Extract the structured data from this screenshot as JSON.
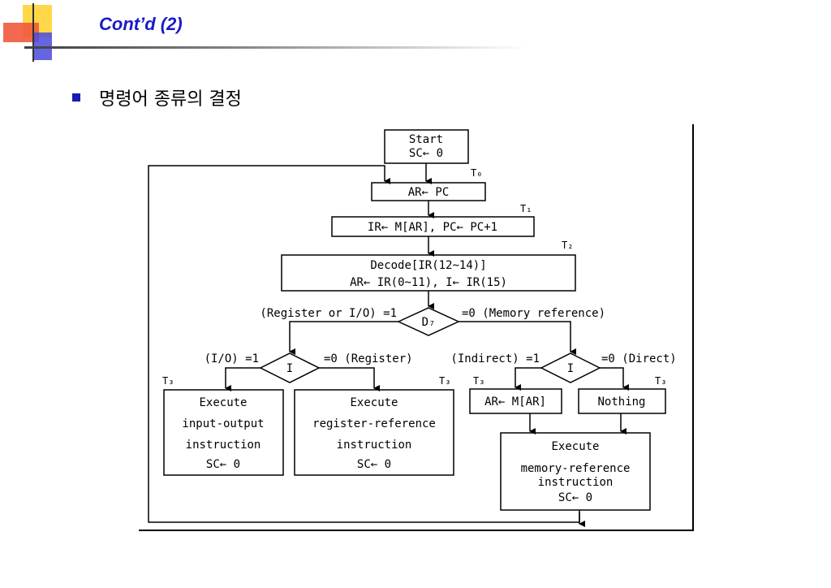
{
  "slide": {
    "title": "Cont’d (2)",
    "bullet": "명령어 종류의 결정"
  },
  "flowchart": {
    "start_line1": "Start",
    "start_line2": "SC← 0",
    "t0": "T₀",
    "fetch1": "AR← PC",
    "t1": "T₁",
    "fetch2": "IR← M[AR], PC← PC+1",
    "t2": "T₂",
    "decode_line1": "Decode[IR(12~14)]",
    "decode_line2": "AR← IR(0~11), I← IR(15)",
    "d7_diamond": "D₇",
    "d7_left": "(Register or I/O) =1",
    "d7_right": "=0  (Memory reference)",
    "i_left_diamond": "I",
    "i_left_yes": "(I/O) =1",
    "i_left_no": "=0 (Register)",
    "i_right_diamond": "I",
    "i_right_yes": "(Indirect) =1",
    "i_right_no": "=0 (Direct)",
    "t3_a": "T₃",
    "t3_b": "T₃",
    "t3_c": "T₃",
    "t3_d": "T₃",
    "io_line1": "Execute",
    "io_line2": "input-output",
    "io_line3": "instruction",
    "io_line4": "SC← 0",
    "reg_line1": "Execute",
    "reg_line2": "register-reference",
    "reg_line3": "instruction",
    "reg_line4": "SC← 0",
    "indirect_box": "AR← M[AR]",
    "nothing_box": "Nothing",
    "mem_line1": "Execute",
    "mem_line2": "memory-reference",
    "mem_line3": "instruction",
    "mem_line4": "SC← 0"
  }
}
